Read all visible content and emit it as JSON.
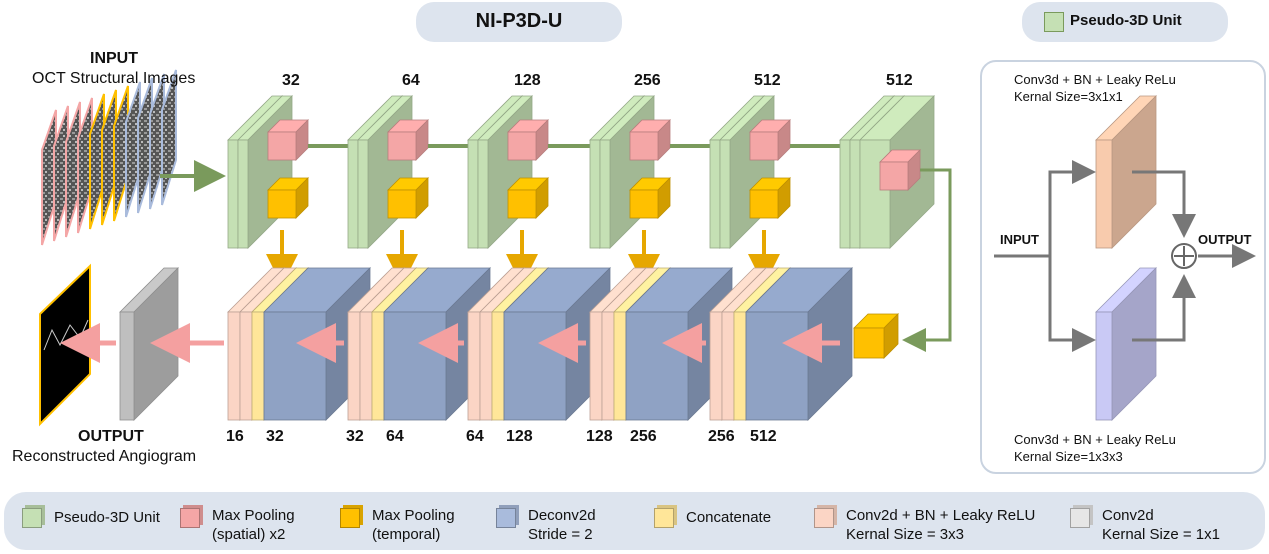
{
  "title": "NI-P3D-U",
  "unit_badge": "Pseudo-3D Unit",
  "input": {
    "title": "INPUT",
    "subtitle": "OCT Structural Images"
  },
  "output": {
    "title": "OUTPUT",
    "subtitle": "Reconstructed Angiogram"
  },
  "encoder_channels": [
    "32",
    "64",
    "128",
    "256",
    "512",
    "512"
  ],
  "decoder_channels": [
    {
      "left": "16",
      "right": "32"
    },
    {
      "left": "32",
      "right": "64"
    },
    {
      "left": "64",
      "right": "128"
    },
    {
      "left": "128",
      "right": "256"
    },
    {
      "left": "256",
      "right": "512"
    }
  ],
  "unit_detail": {
    "top_label_line1": "Conv3d + BN + Leaky ReLu",
    "top_label_line2": "Kernal Size=3x1x1",
    "bottom_label_line1": "Conv3d + BN + Leaky ReLu",
    "bottom_label_line2": "Kernal Size=1x3x3",
    "input_label": "INPUT",
    "output_label": "OUTPUT"
  },
  "legend": [
    {
      "line1": "Pseudo-3D Unit",
      "line2": "",
      "color": "#c5e0b4"
    },
    {
      "line1": "Max Pooling",
      "line2": "(spatial) x2",
      "color": "#f4a6a6"
    },
    {
      "line1": "Max Pooling",
      "line2": "(temporal)",
      "color": "#ffc000"
    },
    {
      "line1": "Deconv2d",
      "line2": "Stride = 2",
      "color": "#a9bbdc"
    },
    {
      "line1": "Concatenate",
      "line2": "",
      "color": "#ffe699"
    },
    {
      "line1": "Conv2d + BN + Leaky ReLU",
      "line2": "Kernal Size = 3x3",
      "color": "#fbd5c5"
    },
    {
      "line1": "Conv2d",
      "line2": "Kernal Size = 1x1",
      "color": "#e6e6e6"
    }
  ],
  "colors": {
    "green": "#c5e0b4",
    "green_dark": "#8fb07a",
    "pink": "#f4a6a6",
    "yellow": "#ffc000",
    "blue": "#8fa2c4",
    "light_yellow": "#ffe699",
    "peach": "#fbd5c5",
    "gray": "#bfbfbf",
    "arrow_green": "#7a9a5c",
    "arrow_pink": "#f4a0a0",
    "arrow_yellow": "#e6a700",
    "arrow_gray": "#777777"
  }
}
